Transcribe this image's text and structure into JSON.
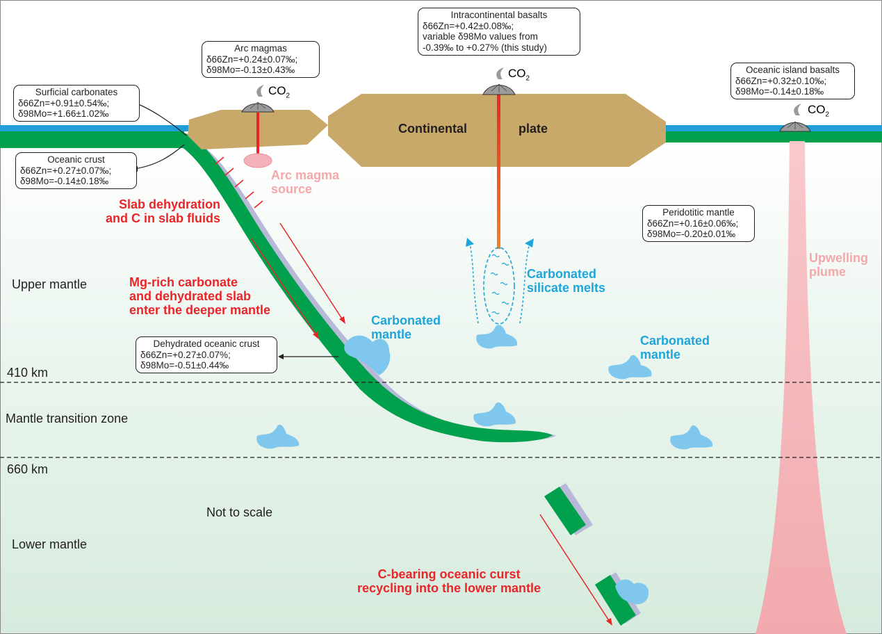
{
  "colors": {
    "ocean": "#1f9ed8",
    "slab": "#00a04d",
    "crust_rim": "#b8b8d8",
    "continent": "#c9a96a",
    "melt": "#7fc7ec",
    "plume": "#f4b5b8",
    "label_red": "#e8262a",
    "label_blue": "#1ea5dc",
    "label_pink": "#f4a8ac"
  },
  "boxes": {
    "surficial": {
      "title": "Surficial carbonates",
      "zn": "δ66Zn=+0.91±0.54‰;",
      "mo": "δ98Mo=+1.66±1.02‰"
    },
    "oceanic_crust": {
      "title": "Oceanic crust",
      "zn": "δ66Zn=+0.27±0.07‰;",
      "mo": "δ98Mo=-0.14±0.18‰"
    },
    "arc_magmas": {
      "title": "Arc magmas",
      "zn": "δ66Zn=+0.24±0.07‰;",
      "mo": "δ98Mo=-0.13±0.43‰"
    },
    "intracontinental": {
      "title": "Intracontinental basalts",
      "zn": "δ66Zn=+0.42±0.08‰;",
      "mo_a": "variable δ98Mo values from",
      "mo_b": "-0.39‰ to +0.27% (this study)"
    },
    "oib": {
      "title": "Oceanic island basalts",
      "zn": "δ66Zn=+0.32±0.10‰;",
      "mo": "δ98Mo=-0.14±0.18‰"
    },
    "peridotitic": {
      "title": "Peridotitic mantle",
      "zn": "δ66Zn=+0.16±0.06‰;",
      "mo": "δ98Mo=-0.20±0.01‰"
    },
    "dehydrated": {
      "title": "Dehydrated oceanic crust",
      "zn": "δ66Zn=+0.27±0.07%;",
      "mo": "δ98Mo=-0.51±0.44‰"
    }
  },
  "labels": {
    "co2": "CO",
    "co2_sub": "2",
    "continental": "Continental",
    "plate": "plate",
    "arc_source_1": "Arc magma",
    "arc_source_2": "source",
    "slab_dehydration_1": "Slab dehydration",
    "slab_dehydration_2": "and C in slab fluids",
    "mg_rich_1": "Mg-rich carbonate",
    "mg_rich_2": "and dehydrated slab",
    "mg_rich_3": "enter the deeper mantle",
    "carbonated_silicate_1": "Carbonated",
    "carbonated_silicate_2": "silicate melts",
    "carbonated_mantle_1": "Carbonated",
    "carbonated_mantle_2": "mantle",
    "upwelling_1": "Upwelling",
    "upwelling_2": "plume",
    "c_bearing_1": "C-bearing oceanic curst",
    "c_bearing_2": "recycling into the lower mantle",
    "upper_mantle": "Upper mantle",
    "km410": "410 km",
    "mtz": "Mantle transition zone",
    "km660": "660 km",
    "not_to_scale": "Not to scale",
    "lower_mantle": "Lower mantle"
  }
}
